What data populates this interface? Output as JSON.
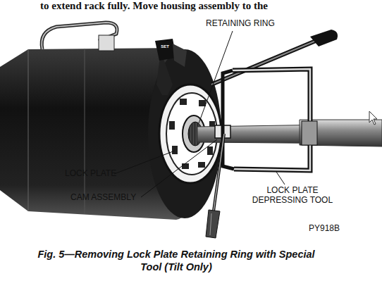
{
  "diagram": {
    "caption": "Fig. 5—Removing Lock Plate Retaining Ring with Special Tool (Tilt Only)",
    "labels": [
      "to extend rack fully. Move housing assembly to the",
      "SET",
      "RETAINING RING",
      "LOCK PLATE",
      "CAM ASSEMBLY",
      "LOCK PLATE DEPRESSING TOOL",
      "PY918B"
    ]
  }
}
